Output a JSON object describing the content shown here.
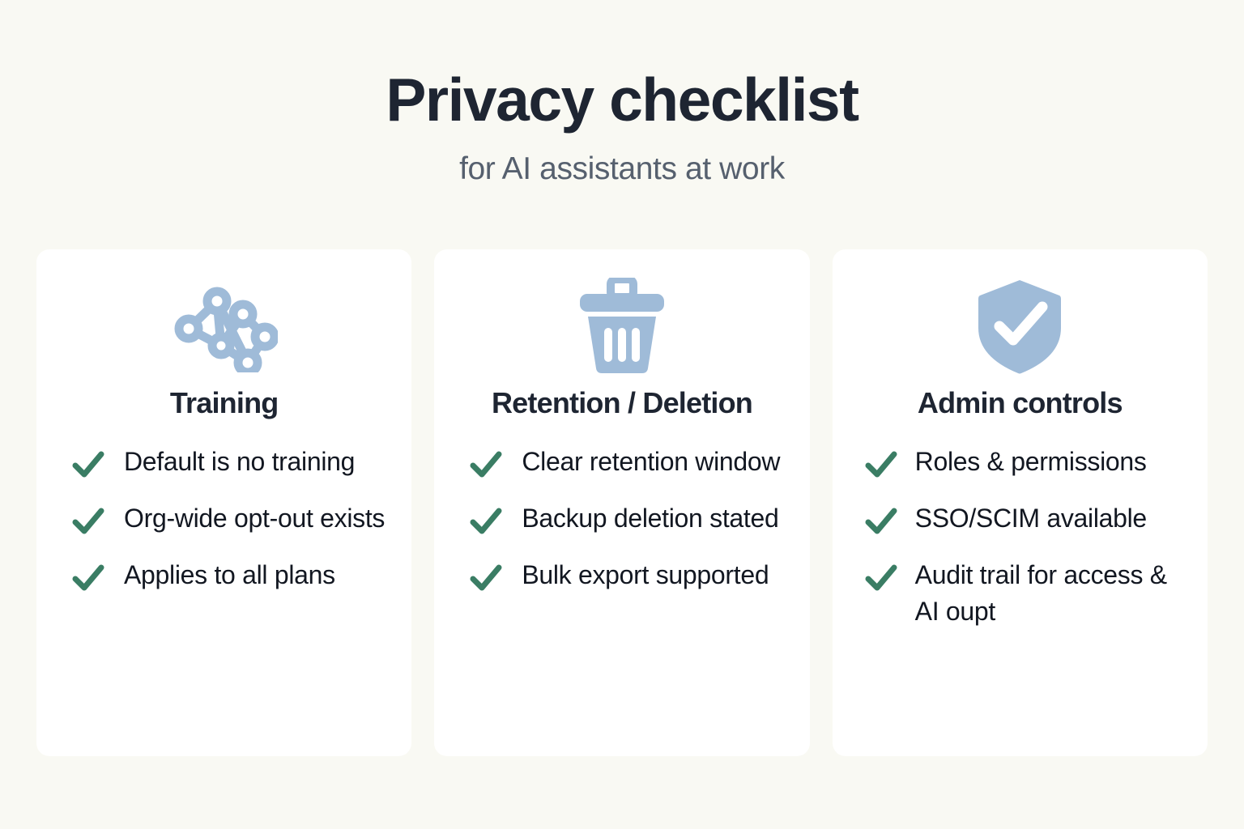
{
  "header": {
    "title": "Privacy checklist",
    "subtitle": "for AI assistants at work"
  },
  "colors": {
    "background": "#f9f9f3",
    "card_background": "#ffffff",
    "title_text": "#1e2532",
    "subtitle_text": "#56606e",
    "body_text": "#121721",
    "icon_blue": "#9fbbd8",
    "check_green": "#3a7d64"
  },
  "cards": [
    {
      "icon": "network-graph-icon",
      "title": "Training",
      "items": [
        "Default is no training",
        "Org-wide opt-out exists",
        "Applies to all plans"
      ]
    },
    {
      "icon": "trash-can-icon",
      "title": "Retention / Deletion",
      "items": [
        "Clear retention window",
        "Backup deletion stated",
        "Bulk export supported"
      ]
    },
    {
      "icon": "shield-check-icon",
      "title": "Admin controls",
      "items": [
        "Roles & permissions",
        "SSO/SCIM available",
        "Audit trail for access & AI oupt"
      ]
    }
  ]
}
